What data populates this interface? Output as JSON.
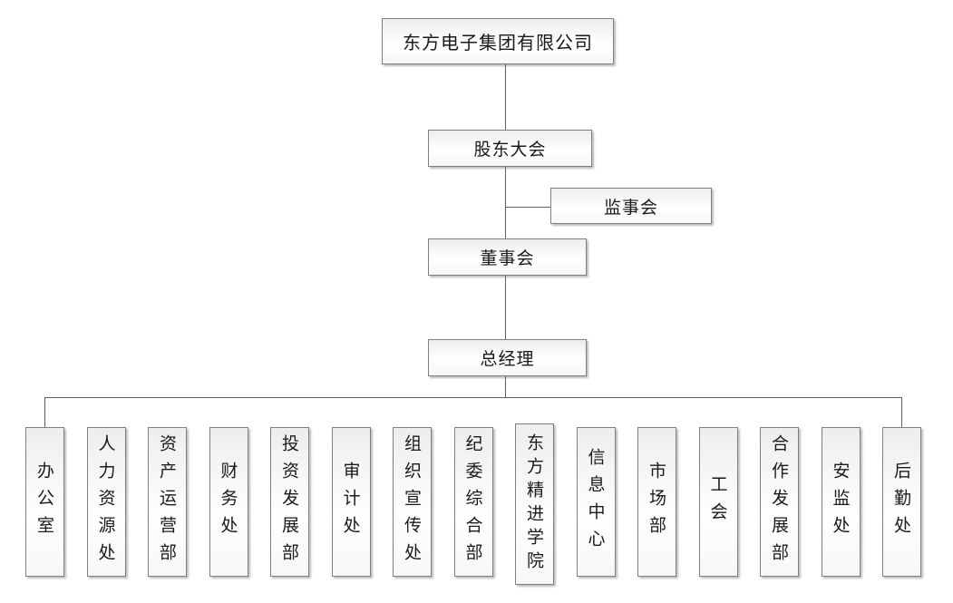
{
  "org": {
    "company": "东方电子集团有限公司",
    "shareholders_meeting": "股东大会",
    "supervisory_board": "监事会",
    "board_of_directors": "董事会",
    "general_manager": "总经理",
    "departments": [
      "办公室",
      "人力资源处",
      "资产运营部",
      "财务处",
      "投资发展部",
      "审计处",
      "组织宣传处",
      "纪委综合部",
      "东方精进学院",
      "信息中心",
      "市场部",
      "工会",
      "合作发展部",
      "安监处",
      "后勤处"
    ]
  }
}
